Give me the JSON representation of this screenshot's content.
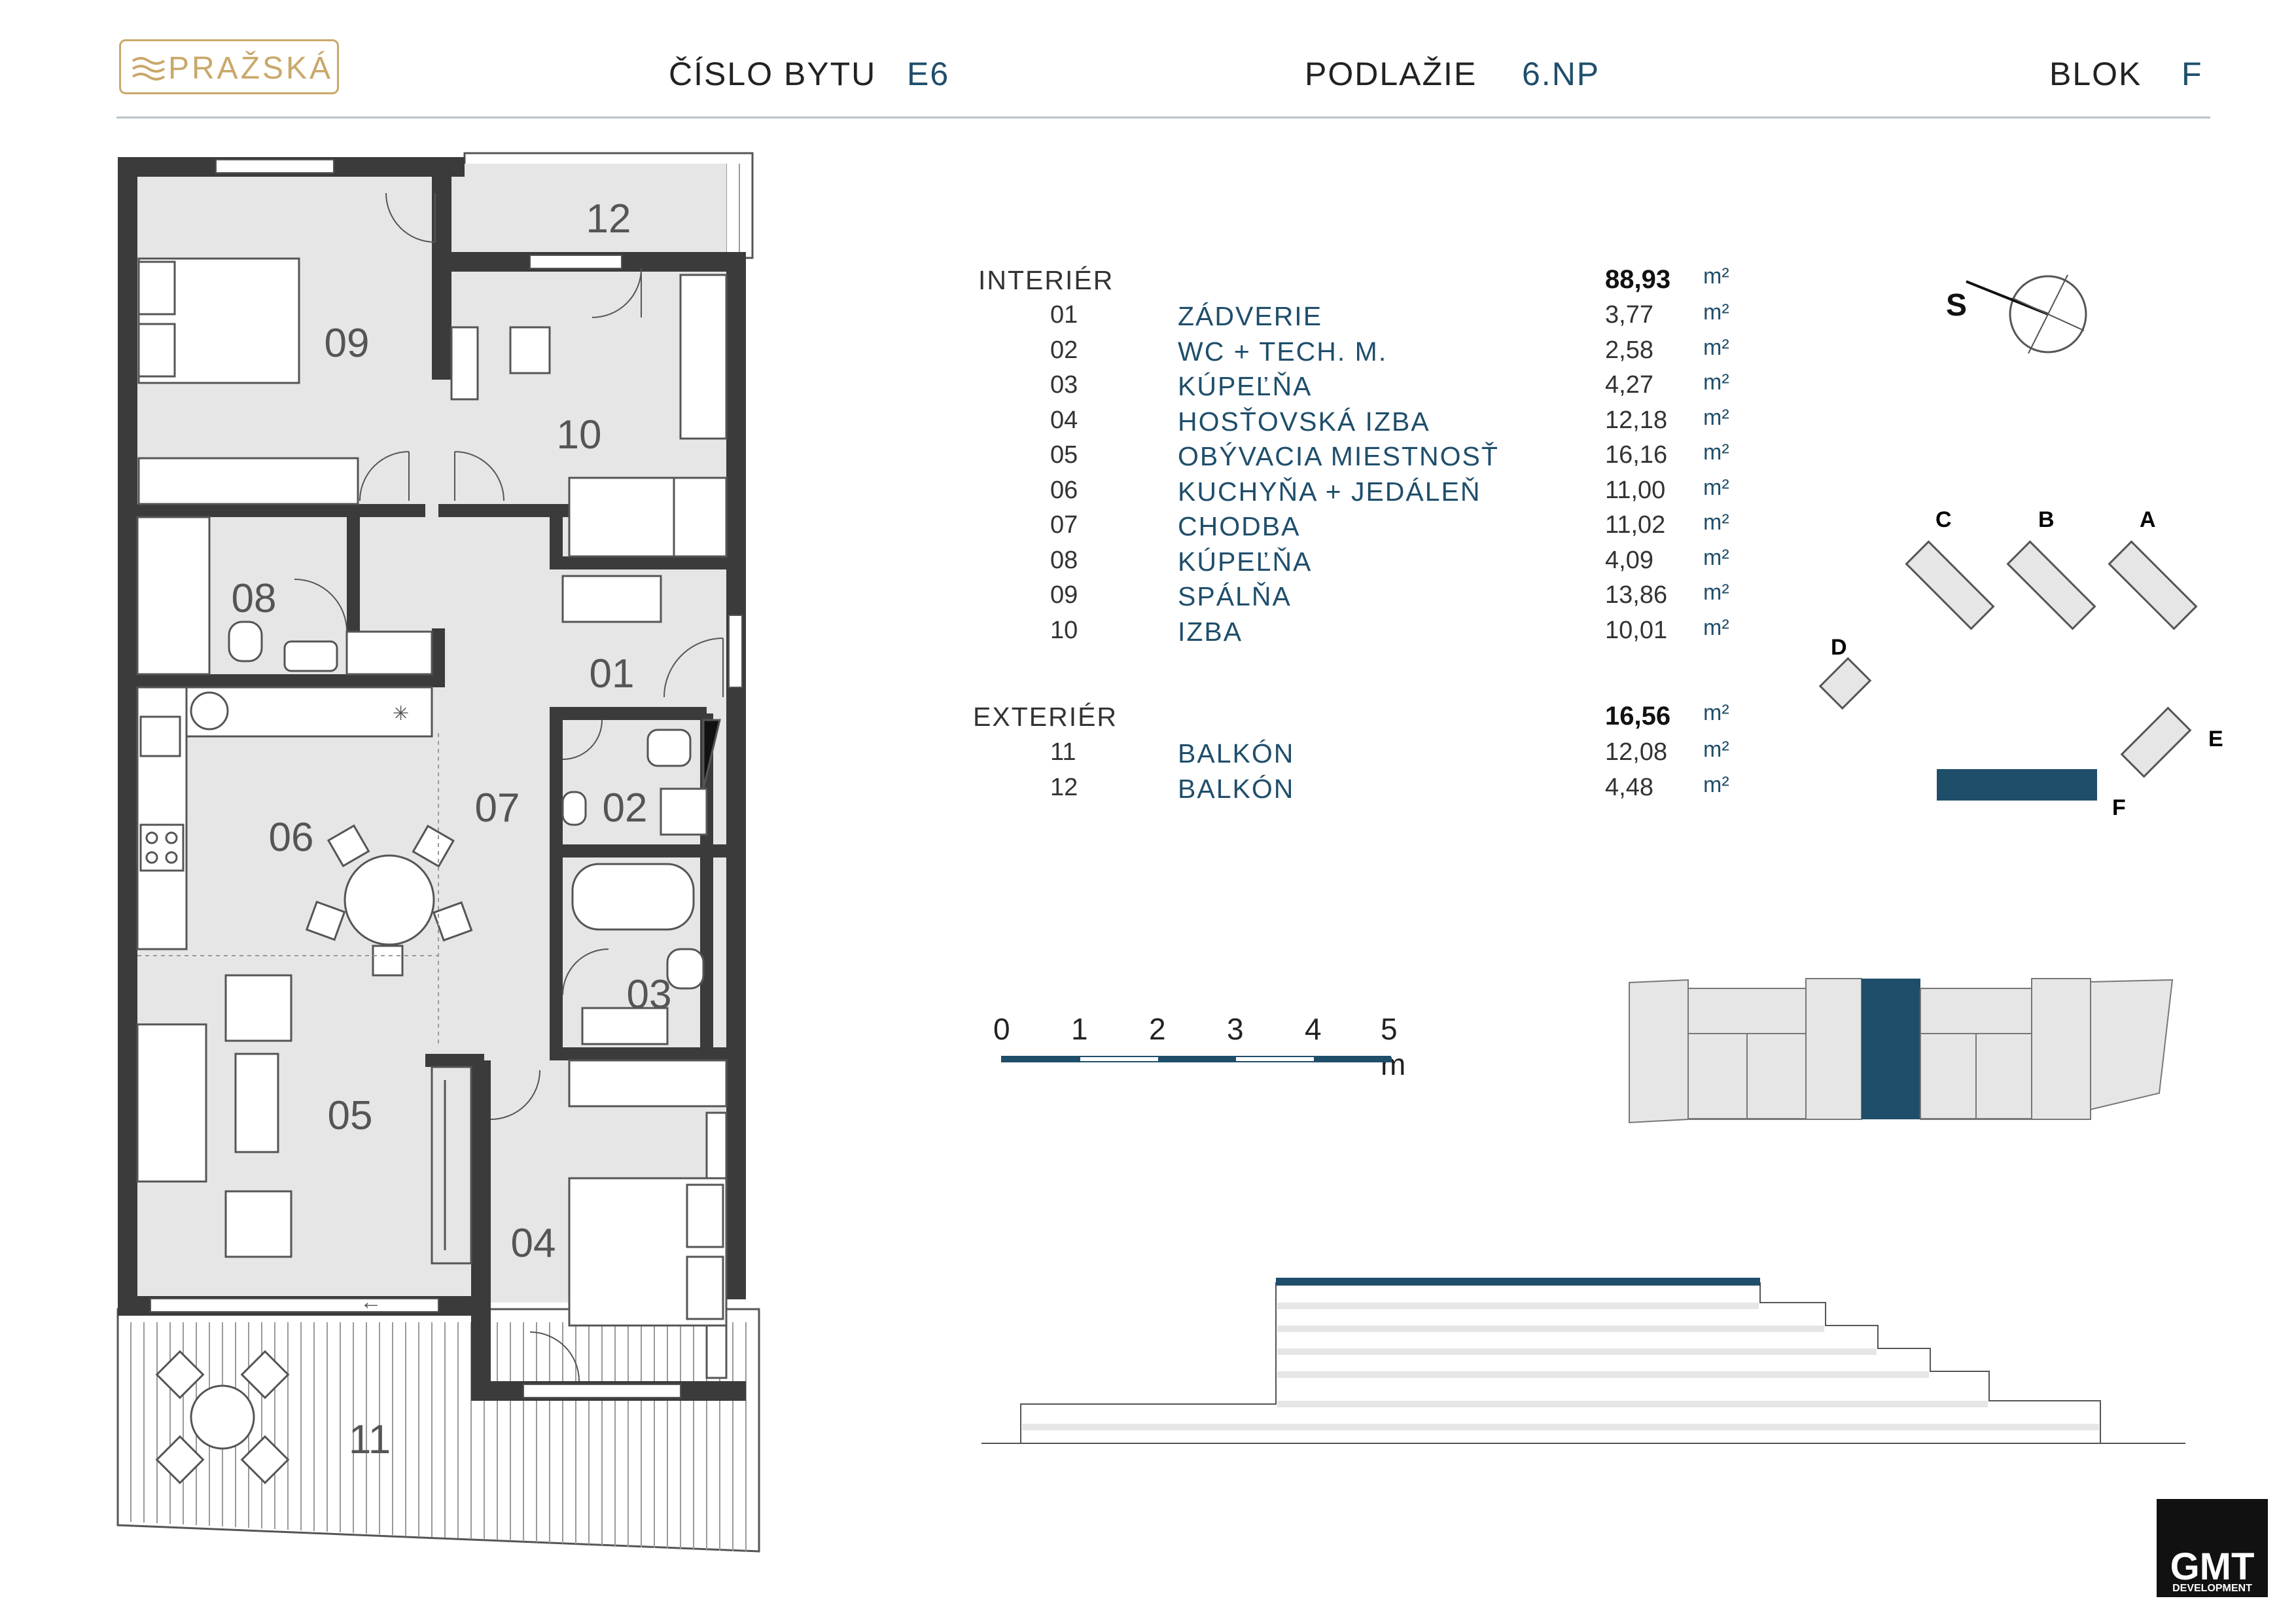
{
  "logo": {
    "text": "PRAŽSKÁ"
  },
  "header": {
    "apt_label": "ČÍSLO BYTU",
    "apt_value": "E6",
    "floor_label": "PODLAŽIE",
    "floor_value": "6.NP",
    "block_label": "BLOK",
    "block_value": "F"
  },
  "interior": {
    "label": "INTERIÉR",
    "total": "88,93",
    "unit": "m²",
    "rooms": [
      {
        "num": "01",
        "name": "ZÁDVERIE",
        "area": "3,77",
        "unit": "m²"
      },
      {
        "num": "02",
        "name": "WC + TECH. M.",
        "area": "2,58",
        "unit": "m²"
      },
      {
        "num": "03",
        "name": "KÚPEĽŇA",
        "area": "4,27",
        "unit": "m²"
      },
      {
        "num": "04",
        "name": "HOSŤOVSKÁ IZBA",
        "area": "12,18",
        "unit": "m²"
      },
      {
        "num": "05",
        "name": "OBÝVACIA MIESTNOSŤ",
        "area": "16,16",
        "unit": "m²"
      },
      {
        "num": "06",
        "name": "KUCHYŇA + JEDÁLEŇ",
        "area": "11,00",
        "unit": "m²"
      },
      {
        "num": "07",
        "name": "CHODBA",
        "area": "11,02",
        "unit": "m²"
      },
      {
        "num": "08",
        "name": "KÚPEĽŇA",
        "area": "4,09",
        "unit": "m²"
      },
      {
        "num": "09",
        "name": "SPÁLŇA",
        "area": "13,86",
        "unit": "m²"
      },
      {
        "num": "10",
        "name": "IZBA",
        "area": "10,01",
        "unit": "m²"
      }
    ]
  },
  "exterior": {
    "label": "EXTERIÉR",
    "total": "16,56",
    "unit": "m²",
    "rooms": [
      {
        "num": "11",
        "name": "BALKÓN",
        "area": "12,08",
        "unit": "m²"
      },
      {
        "num": "12",
        "name": "BALKÓN",
        "area": "4,48",
        "unit": "m²"
      }
    ]
  },
  "plan_labels": {
    "r01": "01",
    "r02": "02",
    "r03": "03",
    "r04": "04",
    "r05": "05",
    "r06": "06",
    "r07": "07",
    "r08": "08",
    "r09": "09",
    "r10": "10",
    "r11": "11",
    "r12": "12"
  },
  "compass": {
    "north": "S"
  },
  "site_blocks": {
    "a": "A",
    "b": "B",
    "c": "C",
    "d": "D",
    "e": "E",
    "f": "F"
  },
  "scale": {
    "ticks": [
      "0",
      "1",
      "2",
      "3",
      "4",
      "5 m"
    ]
  },
  "developer": {
    "line1": "GMT",
    "line2": "DEVELOPMENT"
  },
  "colors": {
    "accent": "#1f4e6b",
    "wall": "#3b3b3b",
    "floor": "#e6e6e6",
    "gold": "#c9a86a"
  }
}
